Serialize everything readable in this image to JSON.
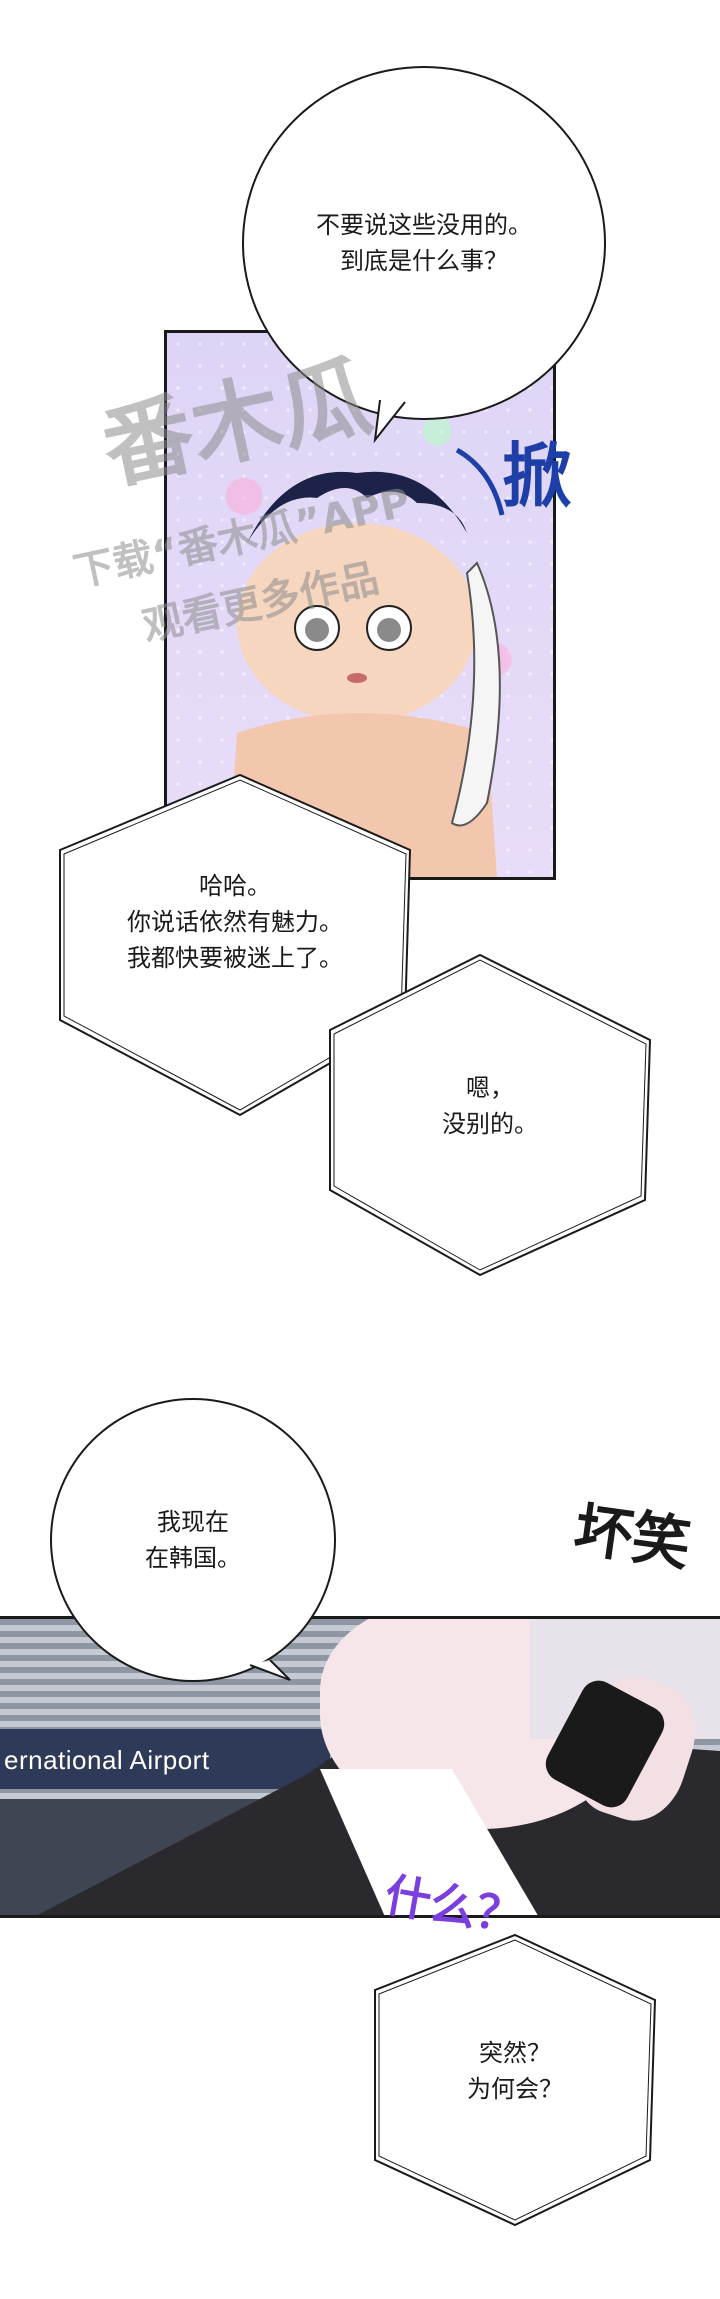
{
  "panels": [
    {
      "scene": "boy-star-background"
    },
    {
      "scene": "airport-phone-call",
      "sign_text": "ernational Airport"
    }
  ],
  "bubbles": {
    "b1_line1": "不要说这些没用的。",
    "b1_line2": "到底是什么事？",
    "hex1_line1": "哈哈。",
    "hex1_line2": "你说话依然有魅力。",
    "hex1_line3": "我都快要被迷上了。",
    "hex2_line1": "嗯，",
    "hex2_line2": "没别的。",
    "b2_line1": "我现在",
    "b2_line2": "在韩国。",
    "hex3_line1": "突然？",
    "hex3_line2": "为何会？"
  },
  "sfx": {
    "grab": "掀",
    "smirk": "坏笑",
    "what": "什么？"
  },
  "watermark": {
    "logo": "番木瓜",
    "line1": "下载“番木瓜”APP",
    "line2": "观看更多作品"
  },
  "colors": {
    "sfx_blue": "#1f3fa8",
    "sfx_purple": "#7b3fe0",
    "panel1_bg": "#e1d6f7"
  }
}
